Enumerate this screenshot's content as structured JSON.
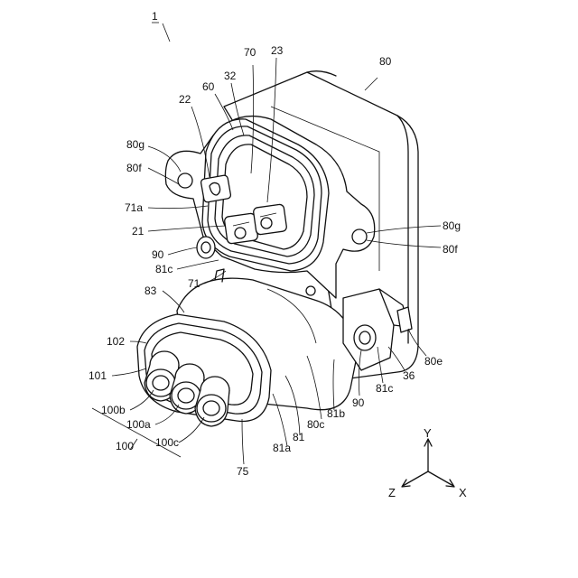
{
  "figure": {
    "ref_main": "1",
    "labels": {
      "l80": "80",
      "l70": "70",
      "l23": "23",
      "l32": "32",
      "l60": "60",
      "l22": "22",
      "l80g_left": "80g",
      "l80f_left": "80f",
      "l71a": "71a",
      "l21": "21",
      "l90_left": "90",
      "l81c_left": "81c",
      "l71": "71",
      "l83": "83",
      "l102": "102",
      "l101": "101",
      "l100b": "100b",
      "l100a": "100a",
      "l100c": "100c",
      "l100": "100",
      "l75": "75",
      "l81a": "81a",
      "l81": "81",
      "l80c": "80c",
      "l81b": "81b",
      "l90_right": "90",
      "l81c_right": "81c",
      "l36": "36",
      "l80e": "80e",
      "l80g_right": "80g",
      "l80f_right": "80f"
    },
    "axes": {
      "y": "Y",
      "z": "Z",
      "x": "X"
    }
  }
}
